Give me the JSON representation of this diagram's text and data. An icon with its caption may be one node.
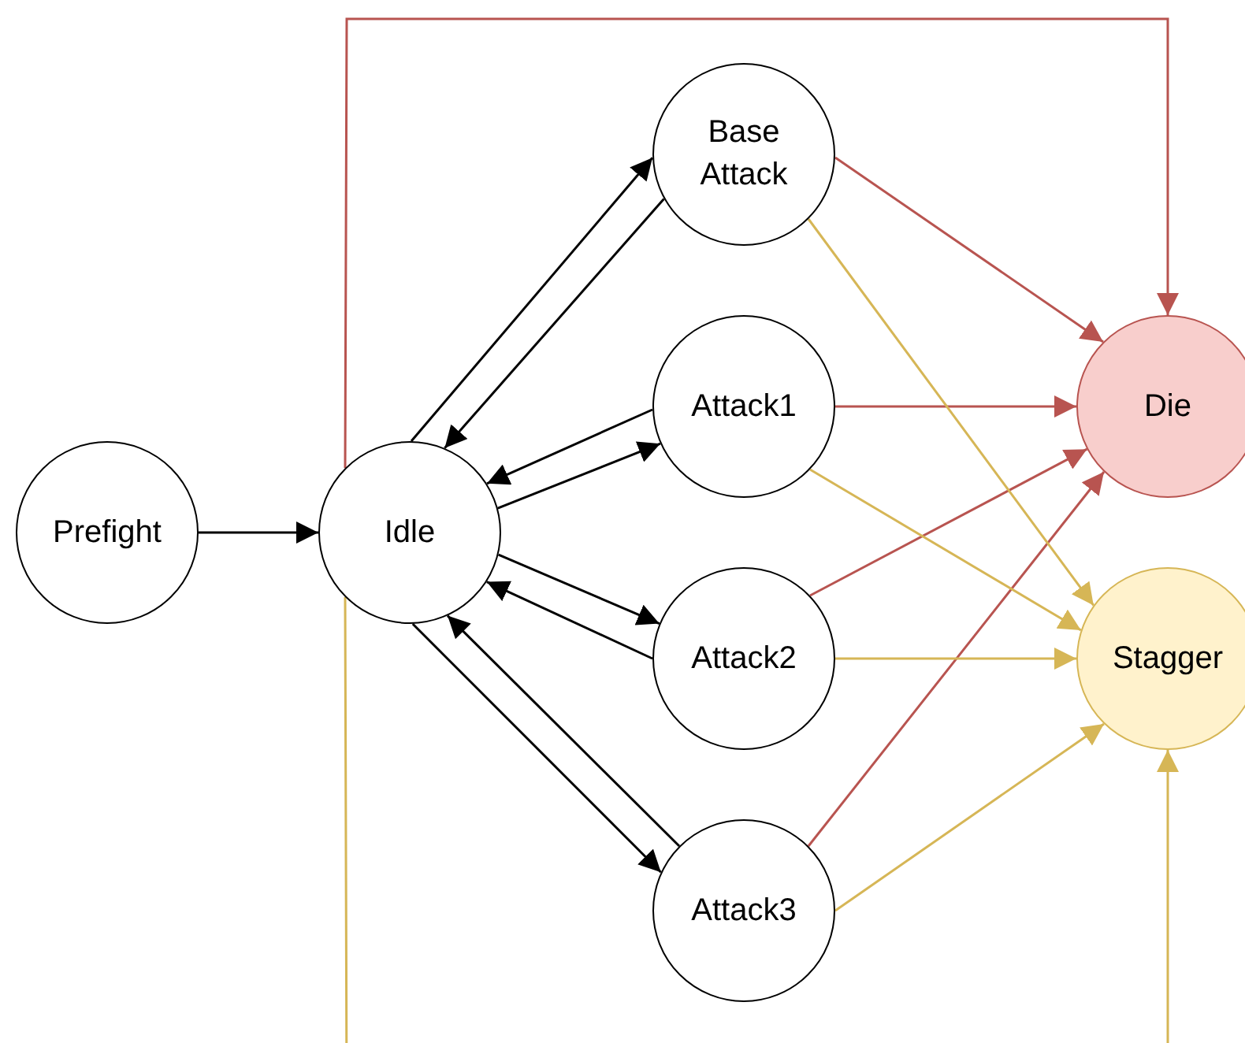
{
  "diagram": {
    "nodes": [
      {
        "text": [
          "Prefight"
        ]
      },
      {
        "text": [
          "Idle"
        ]
      },
      {
        "text": [
          "Base Attack"
        ]
      },
      {
        "text": [
          "Attack1"
        ]
      },
      {
        "text": [
          "Attack2"
        ]
      },
      {
        "text": [
          "Attack3"
        ]
      },
      {
        "text": [
          "Die"
        ]
      },
      {
        "text": [
          "Stagger"
        ]
      }
    ],
    "edges": [
      {
        "from": 0,
        "to": 1,
        "arrow": "to"
      },
      {
        "from": 1,
        "to": 2,
        "arrow": "to"
      },
      {
        "from": 2,
        "to": 1,
        "arrow": "to"
      },
      {
        "from": 3,
        "to": 1,
        "arrow": "to"
      },
      {
        "from": 1,
        "to": 3,
        "arrow": "to"
      },
      {
        "from": 1,
        "to": 4,
        "arrow": "to"
      },
      {
        "from": 4,
        "to": 1,
        "arrow": "to"
      },
      {
        "from": 5,
        "to": 1,
        "arrow": "to"
      },
      {
        "from": 1,
        "to": 5,
        "arrow": "to"
      },
      {
        "from": 2,
        "to": 6,
        "arrow": "to",
        "color": "#b85450"
      },
      {
        "from": 3,
        "to": 6,
        "arrow": "to",
        "color": "#b85450"
      },
      {
        "from": 4,
        "to": 6,
        "arrow": "to",
        "color": "#b85450"
      },
      {
        "from": 5,
        "to": 6,
        "arrow": "to",
        "color": "#b85450"
      },
      {
        "from": 2,
        "to": 7,
        "arrow": "to",
        "color": "#d6b656"
      },
      {
        "from": 3,
        "to": 7,
        "arrow": "to",
        "color": "#d6b656"
      },
      {
        "from": 4,
        "to": 7,
        "arrow": "to",
        "color": "#d6b656"
      },
      {
        "from": 5,
        "to": 7,
        "arrow": "to",
        "color": "#d6b656"
      },
      {
        "from": 1,
        "to": 6,
        "arrow": "to",
        "color": "#b85450"
      },
      {
        "from": 1,
        "to": 7,
        "arrow": "to",
        "color": "#d6b656"
      }
    ]
  }
}
